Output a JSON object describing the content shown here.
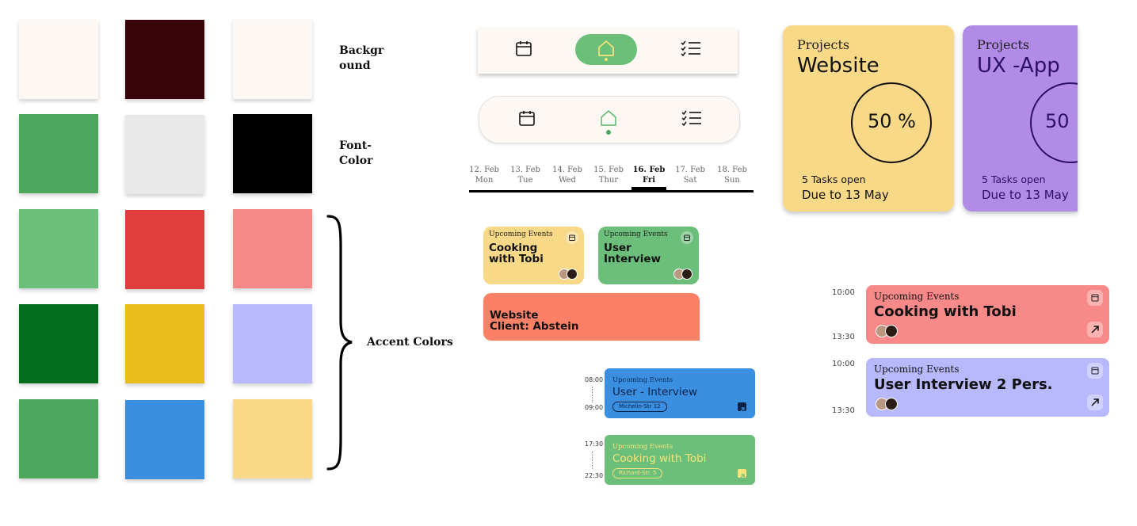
{
  "palette": {
    "rows": [
      [
        "#fdf8f4",
        "#3a0508",
        "#fdf8f4"
      ],
      [
        "#4ca65d",
        "#e9e9e9",
        "#000000"
      ],
      [
        "#6bbf7a",
        "#df3e3c",
        "#f78a88"
      ],
      [
        "#036d1c",
        "#e9bd1c",
        "#b8b8fc"
      ],
      [
        "#4ca65d",
        "#3a8fe0",
        "#f8d987"
      ]
    ],
    "labels": {
      "background": "Background",
      "font_color": "Font-Color",
      "accent": "Accent Colors"
    }
  },
  "nav": {
    "primary_color": "#6bbf78",
    "items": [
      "calendar-icon",
      "home-icon",
      "checklist-icon"
    ]
  },
  "dates": [
    {
      "day": "12. Feb",
      "weekday": "Mon"
    },
    {
      "day": "13. Feb",
      "weekday": "Tue"
    },
    {
      "day": "14. Feb",
      "weekday": "Wed"
    },
    {
      "day": "15. Feb",
      "weekday": "Thur"
    },
    {
      "day": "16. Feb",
      "weekday": "Fri",
      "active": true
    },
    {
      "day": "17. Feb",
      "weekday": "Sat"
    },
    {
      "day": "18. Feb",
      "weekday": "Sun"
    }
  ],
  "events": {
    "card1": {
      "sub": "Upcoming Events",
      "title1": "Cooking",
      "title2": "with Tobi",
      "color": "#f8d987"
    },
    "card2": {
      "sub": "Upcoming Events",
      "title1": "User",
      "title2": "Interview",
      "color": "#6bbf7a"
    },
    "card3": {
      "title1": "Website",
      "title2": "Client: Abstein",
      "color": "#fa8168"
    }
  },
  "time_cards": [
    {
      "start": "08:00",
      "end": "09:00",
      "sub": "Upcoming Events",
      "title": "User - Interview",
      "tag": "Michelin-Str 12",
      "color": "#3a8fe0"
    },
    {
      "start": "17:30",
      "end": "22:30",
      "sub": "Upcoming Events",
      "title": "Cooking with Tobi",
      "tag": "Richard-Str. 5",
      "color": "#6bbf7a"
    }
  ],
  "projects": [
    {
      "label": "Projects",
      "name": "Website",
      "percent": "50 %",
      "tasks": "5 Tasks open",
      "due": "Due to 13 May",
      "color": "#f8d987"
    },
    {
      "label": "Projects",
      "name": "UX -App",
      "percent": "50",
      "tasks": "5 Tasks open",
      "due": "Due to 13 May",
      "color": "#b28be8"
    }
  ],
  "right_cards": [
    {
      "start": "10:00",
      "end": "13:30",
      "sub": "Upcoming Events",
      "title": "Cooking with Tobi",
      "color": "#f78a88"
    },
    {
      "start": "10:00",
      "end": "13:30",
      "sub": "Upcoming Events",
      "title": "User Interview 2 Pers.",
      "color": "#b8b8fc"
    }
  ]
}
